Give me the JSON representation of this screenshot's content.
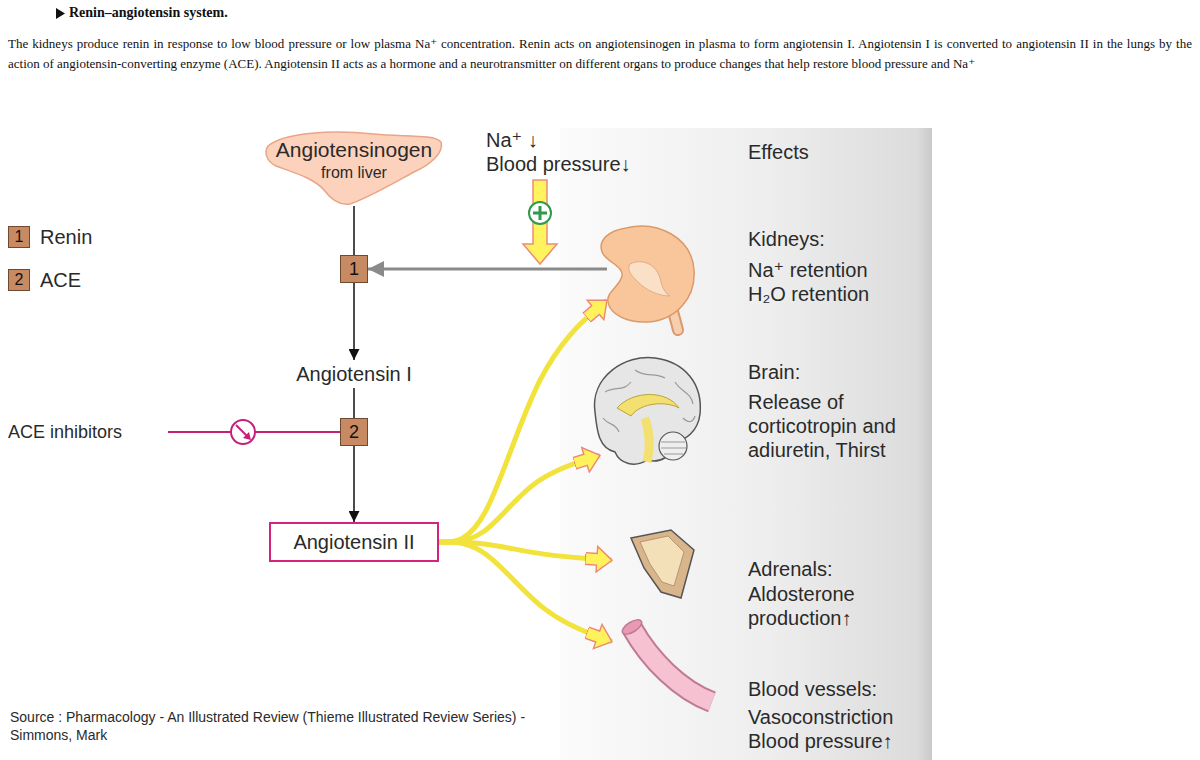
{
  "diagram": {
    "title": "Renin–angiotensin system.",
    "caption": "The kidneys produce renin in response to low blood pressure or low plasma Na⁺ concentration. Renin acts on angiotensinogen in plasma to form angiotensin I. Angiotensin I is converted to angiotensin II in the lungs by the action of angiotensin-converting enzyme (ACE). Angiotensin II acts as a hormone and a neurotransmitter on different organs to produce changes that help restore blood pressure and Na⁺",
    "nodes": [
      {
        "text": [
          "Angiotensinogen",
          "from liver"
        ]
      },
      {
        "text": [
          "1"
        ]
      },
      {
        "text": [
          "Angiotensin I"
        ]
      },
      {
        "text": [
          "2"
        ]
      },
      {
        "text": [
          "Angiotensin II"
        ]
      },
      {
        "text": [
          "Effects"
        ]
      },
      {
        "text": [
          "Kidneys:",
          "Na⁺ retention H₂O retention"
        ],
        "in": 5
      },
      {
        "text": [
          "Brain:",
          "Release of corticotropin and adiuretin, Thirst"
        ],
        "in": 5
      },
      {
        "text": [
          "Adrenals:",
          "Aldosterone production↑"
        ],
        "in": 5
      },
      {
        "text": [
          "Blood vessels:",
          "Vasoconstriction Blood pressure↑"
        ],
        "in": 5
      }
    ],
    "edges": [
      {
        "from": 0,
        "to": 1,
        "arrow": "none"
      },
      {
        "from": 1,
        "to": 2,
        "arrow": "to"
      },
      {
        "from": 2,
        "to": 3,
        "arrow": "none"
      },
      {
        "from": 3,
        "to": 4,
        "arrow": "to"
      },
      {
        "from": 6,
        "to": 1,
        "arrow": "to"
      },
      {
        "from": 4,
        "to": 6,
        "arrow": "to"
      },
      {
        "from": 4,
        "to": 7,
        "arrow": "to"
      },
      {
        "from": 4,
        "to": 8,
        "arrow": "to"
      },
      {
        "from": 4,
        "to": 9,
        "arrow": "to"
      }
    ],
    "labels": [
      "1",
      "2",
      "Na⁺ ↓",
      "Blood pressure↓",
      "ACE inhibitors",
      "Source : Pharmacology - An Illustrated Review (Thieme Illustrated Review Series) - Simmons, Mark"
    ],
    "legend": [
      {
        "text": "Renin",
        "color": "#c88a63"
      },
      {
        "text": "ACE",
        "color": "#c88a63"
      }
    ]
  }
}
